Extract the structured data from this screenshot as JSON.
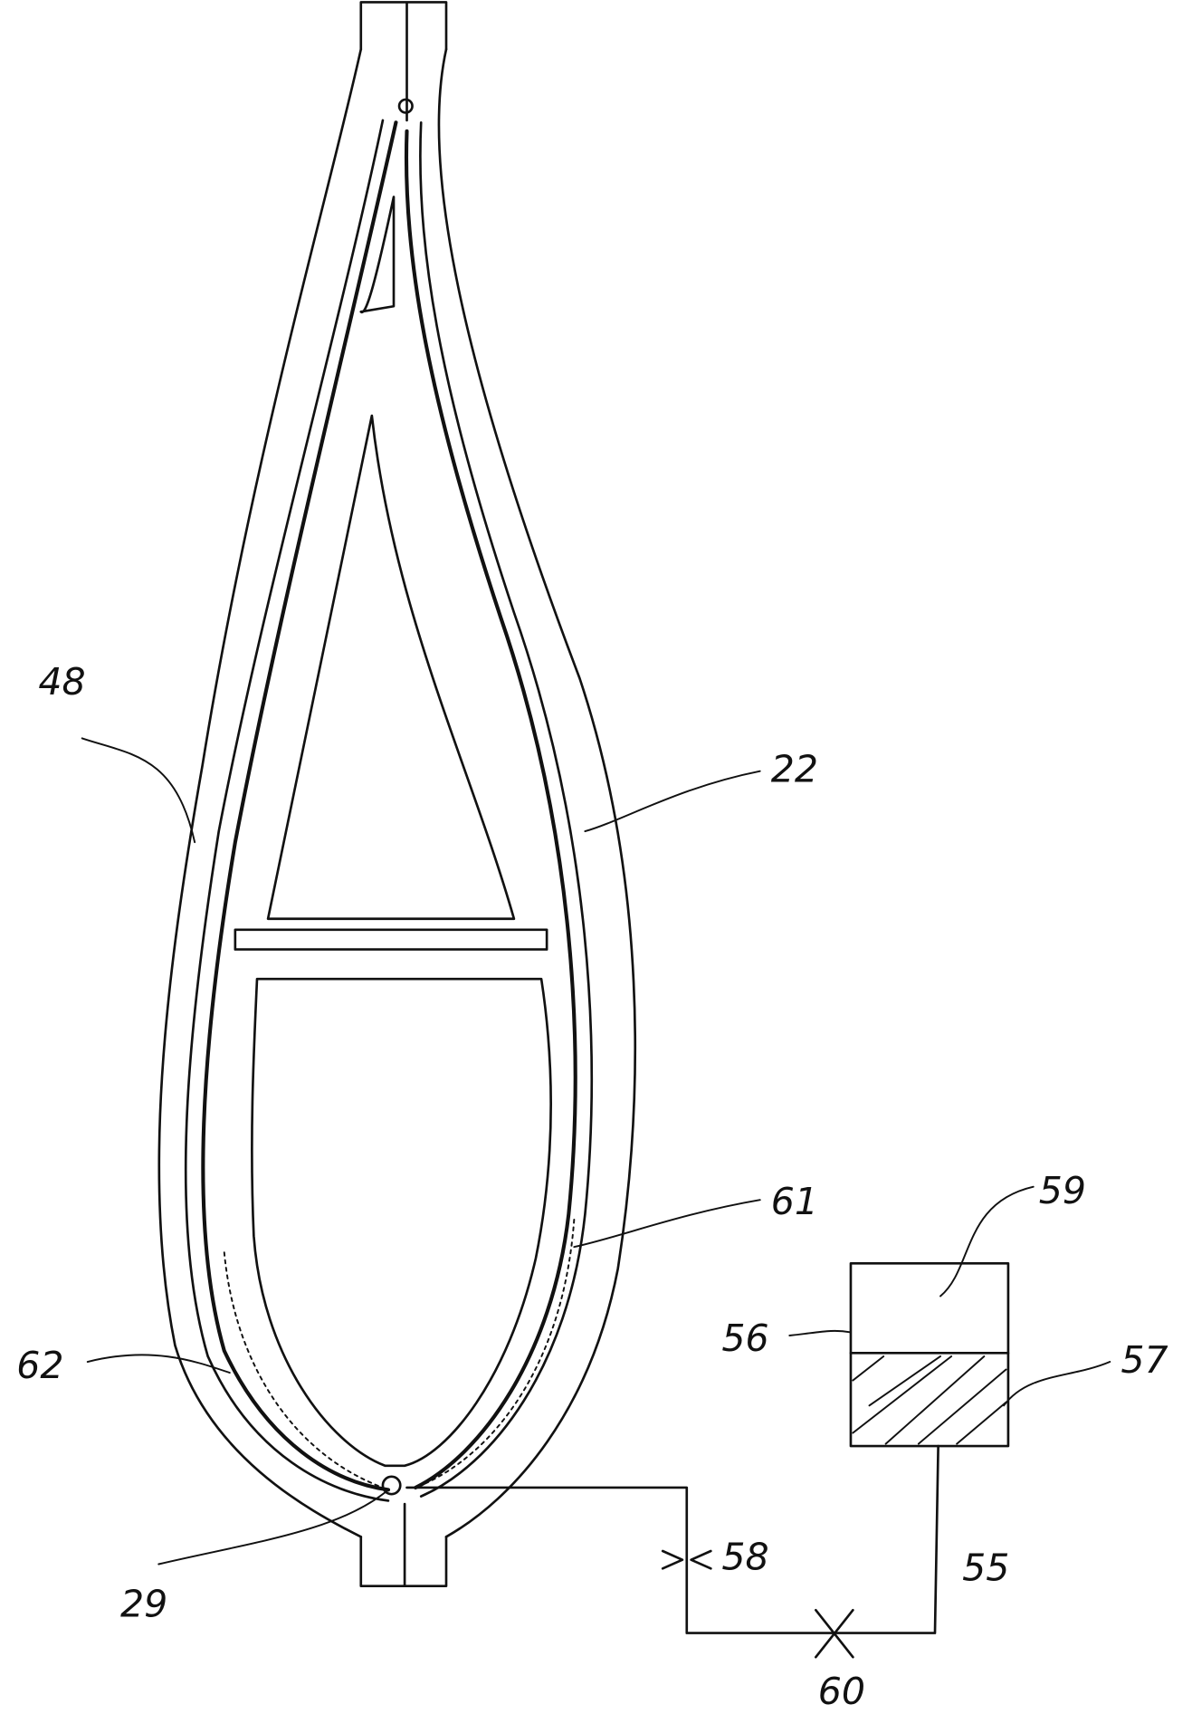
{
  "figure": {
    "labels": {
      "mould": "48",
      "blade_shell": "22",
      "resin_inlet_upper": "61",
      "container": "59",
      "liquid_surface": "56",
      "resin": "57",
      "resin_inlet_lower": "62",
      "channel": "29",
      "pipe": "55",
      "valve_58": "58",
      "valve_60": "60"
    },
    "colors": {
      "ink": "#111111",
      "background": "#ffffff"
    }
  }
}
